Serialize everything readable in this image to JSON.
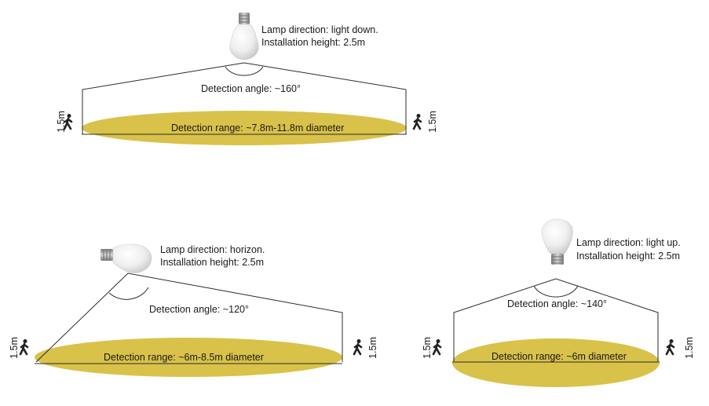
{
  "colors": {
    "floor": "#d9c24a",
    "line": "#2b2b2b",
    "bulb_glass": "#f2f2f2",
    "bulb_base": "#9a9a9a"
  },
  "scenes": {
    "down": {
      "lamp_direction": "Lamp direction: light down.",
      "installation_height": "Installation height: 2.5m",
      "detection_angle": "Detection angle: ~160°",
      "detection_range": "Detection range: ~7.8m-11.8m diameter",
      "person_height_left": "1.5m",
      "person_height_right": "1.5m"
    },
    "horizon": {
      "lamp_direction": "Lamp direction: horizon.",
      "installation_height": "Installation height: 2.5m",
      "detection_angle": "Detection angle: ~120°",
      "detection_range": "Detection range: ~6m-8.5m diameter",
      "person_height_left": "1.5m",
      "person_height_right": "1.5m"
    },
    "up": {
      "lamp_direction": "Lamp direction: light up.",
      "installation_height": "Installation height: 2.5m",
      "detection_angle": "Detection angle: ~140°",
      "detection_range": "Detection range: ~6m diameter",
      "person_height_left": "1.5m",
      "person_height_right": "1.5m"
    }
  }
}
